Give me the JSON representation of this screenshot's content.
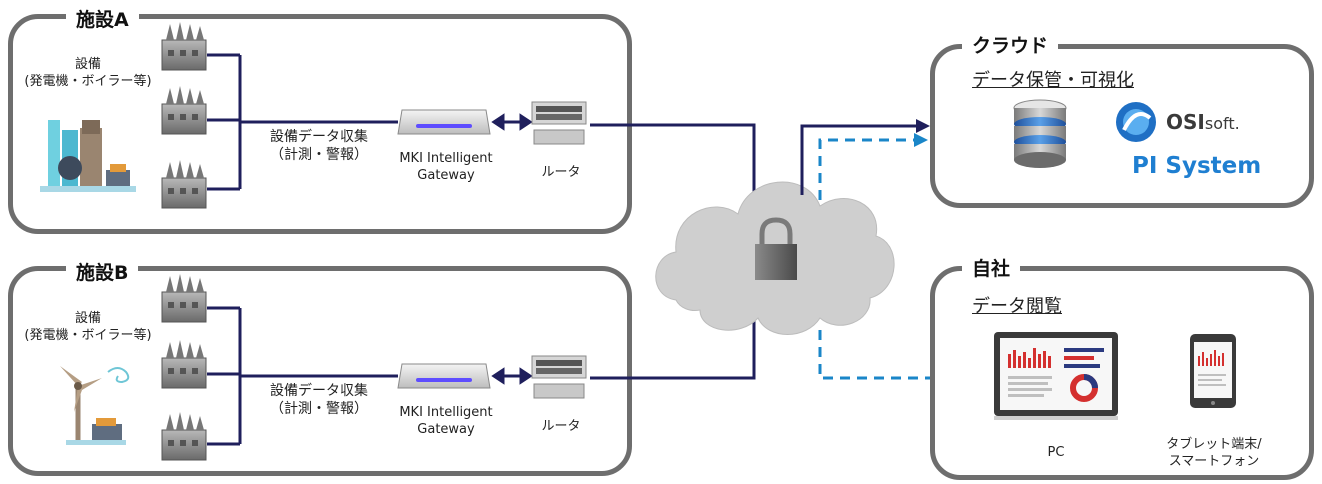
{
  "facility_a": {
    "title": "施設A",
    "equipment_label_line1": "設備",
    "equipment_label_line2": "(発電機・ボイラー等)",
    "collection_line1": "設備データ収集",
    "collection_line2": "（計測・警報）",
    "gateway_line1": "MKI Intelligent",
    "gateway_line2": "Gateway",
    "router_label": "ルータ"
  },
  "facility_b": {
    "title": "施設B",
    "equipment_label_line1": "設備",
    "equipment_label_line2": "(発電機・ボイラー等)",
    "collection_line1": "設備データ収集",
    "collection_line2": "（計測・警報）",
    "gateway_line1": "MKI Intelligent",
    "gateway_line2": "Gateway",
    "router_label": "ルータ"
  },
  "cloud": {
    "title": "クラウド",
    "subtitle": "データ保管・可視化",
    "osi_brand_bold": "OSI",
    "osi_brand_light": "soft.",
    "pi_system": "PI System"
  },
  "company": {
    "title": "自社",
    "subtitle": "データ閲覧",
    "pc_label": "PC",
    "tablet_line1": "タブレット端末/",
    "tablet_line2": "スマートフォン"
  },
  "colors": {
    "line_navy": "#1f1f5c",
    "dashed_blue": "#1a86c8",
    "panel_border": "#6e6e6e",
    "osi_blue": "#1f7fd1"
  }
}
